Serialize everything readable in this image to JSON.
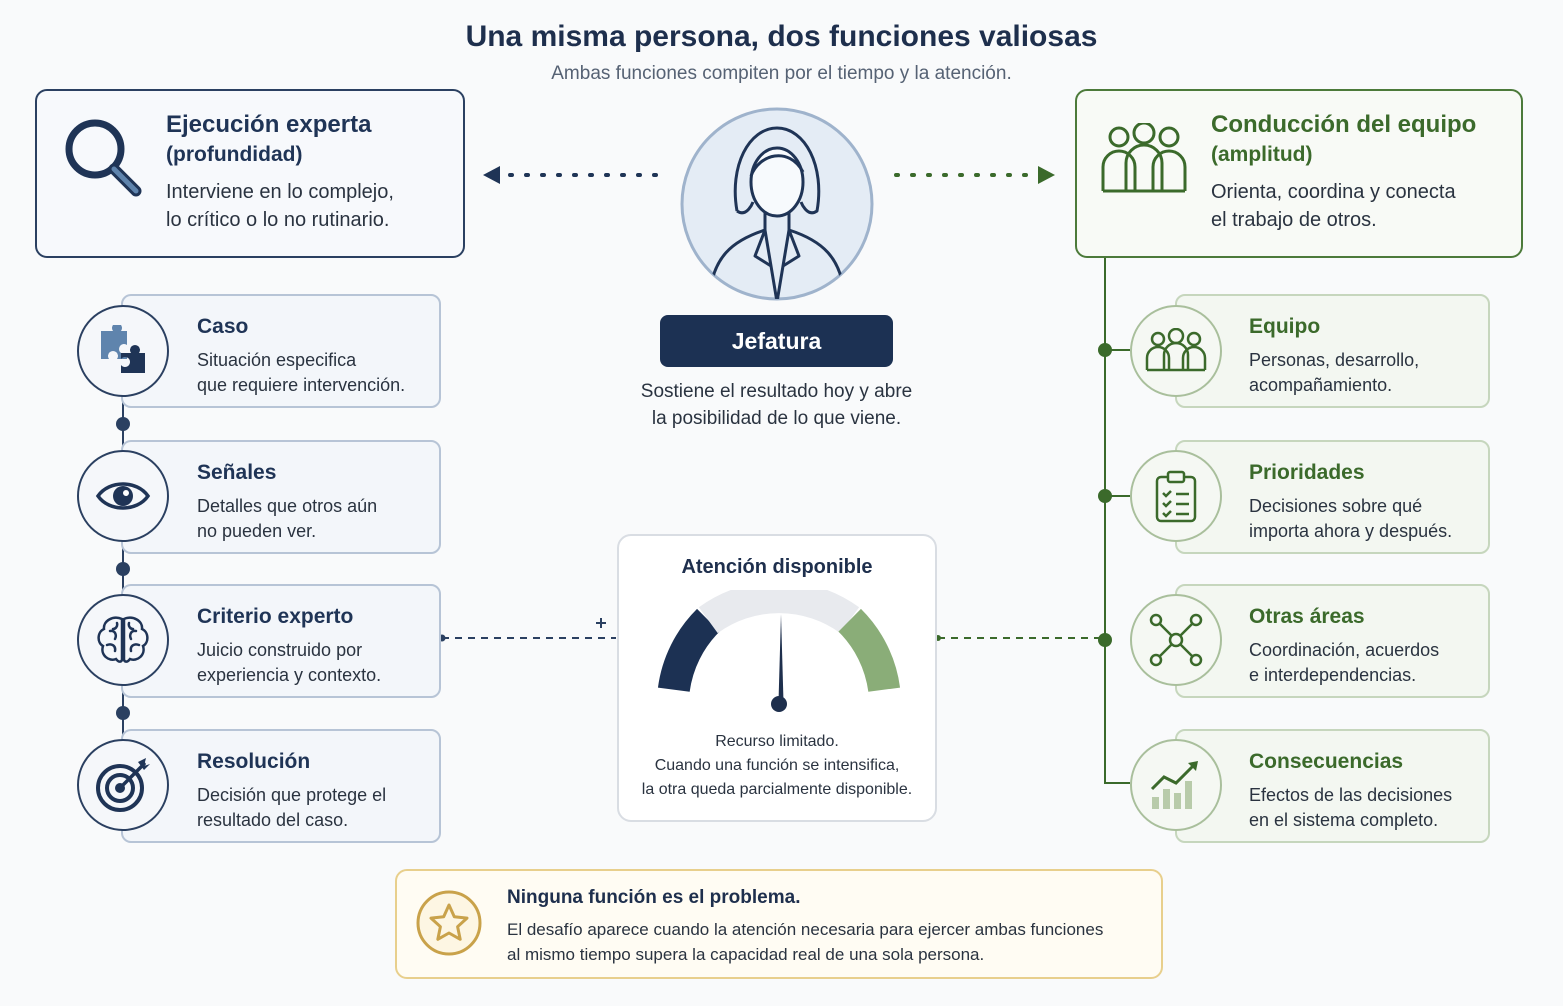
{
  "title": "Una misma persona, dos funciones valiosas",
  "subtitle": "Ambas funciones compiten por el tiempo y la atención.",
  "left_main": {
    "title_line1": "Ejecución experta",
    "title_line2": "(profundidad)",
    "desc_line1": "Interviene en lo complejo,",
    "desc_line2": "lo crítico o lo no rutinario.",
    "icon": "magnifier-icon"
  },
  "right_main": {
    "title_line1": "Conducción del equipo",
    "title_line2": "(amplitud)",
    "desc_line1": "Orienta, coordina y conecta",
    "desc_line2": "el trabajo de otros.",
    "icon": "people-group-icon"
  },
  "center": {
    "label": "Jefatura",
    "desc": "Sostiene el resultado hoy y abre la posibilidad de lo que viene.",
    "icon": "person-avatar-icon"
  },
  "left_items": [
    {
      "title": "Caso",
      "desc_line1": "Situación especifica",
      "desc_line2": "que requiere intervención.",
      "icon": "puzzle-icon"
    },
    {
      "title": "Señales",
      "desc_line1": "Detalles que otros aún",
      "desc_line2": "no pueden ver.",
      "icon": "eye-icon"
    },
    {
      "title": "Criterio experto",
      "desc_line1": "Juicio construido por",
      "desc_line2": "experiencia y contexto.",
      "icon": "brain-icon"
    },
    {
      "title": "Resolución",
      "desc_line1": "Decisión que protege el",
      "desc_line2": "resultado del caso.",
      "icon": "target-icon"
    }
  ],
  "right_items": [
    {
      "title": "Equipo",
      "desc_line1": "Personas, desarrollo,",
      "desc_line2": "acompañamiento.",
      "icon": "people-icon"
    },
    {
      "title": "Prioridades",
      "desc_line1": "Decisiones sobre qué",
      "desc_line2": "importa ahora y después.",
      "icon": "clipboard-icon"
    },
    {
      "title": "Otras áreas",
      "desc_line1": "Coordinación, acuerdos",
      "desc_line2": "e interdependencias.",
      "icon": "network-icon"
    },
    {
      "title": "Consecuencias",
      "desc_line1": "Efectos de las decisiones",
      "desc_line2": "en el sistema completo.",
      "icon": "chart-up-icon"
    }
  ],
  "gauge": {
    "title": "Atención disponible",
    "line1": "Recurso limitado.",
    "line2": "Cuando una función se intensifica,",
    "line3": "la otra queda parcialmente disponible.",
    "icon": "gauge-icon",
    "navy_color": "#1c3153",
    "green_color": "#8aad78"
  },
  "bottom": {
    "title": "Ninguna función es el problema.",
    "line1": "El desafío aparece cuando la atención necesaria para ejercer ambas funciones",
    "line2": "al mismo tiempo supera la capacidad real de una sola persona.",
    "icon": "star-icon"
  },
  "colors": {
    "navy": "#1f3456",
    "green": "#3b6a2b",
    "gold": "#c9a24a"
  }
}
